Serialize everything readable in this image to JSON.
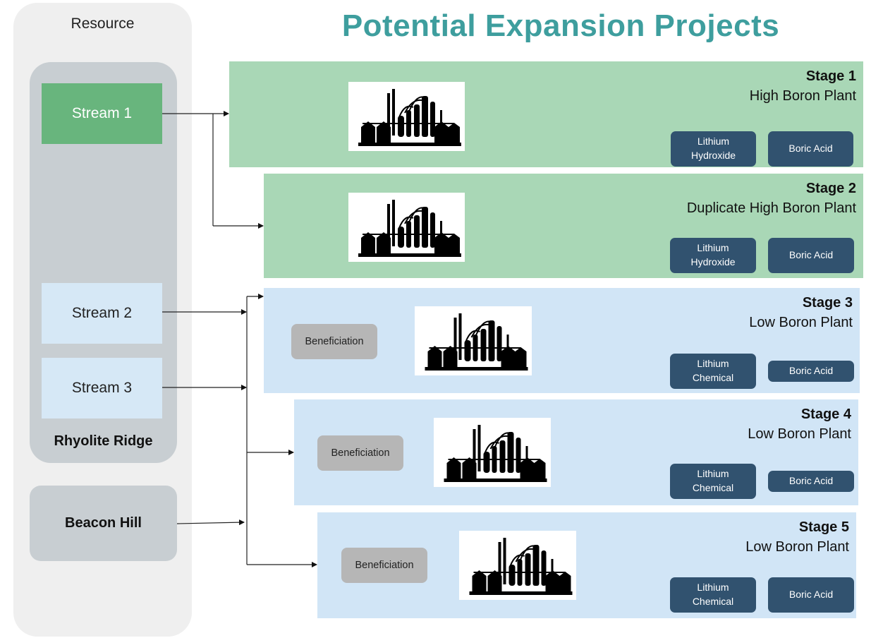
{
  "title": "Potential Expansion Projects",
  "resource": {
    "heading": "Resource",
    "streams": [
      "Stream 1",
      "Stream 2",
      "Stream 3"
    ],
    "rhyolite_label": "Rhyolite Ridge",
    "beacon_label": "Beacon Hill"
  },
  "stages": [
    {
      "name": "Stage 1",
      "desc": "High Boron Plant",
      "products": [
        "Lithium Hydroxide",
        "Boric Acid"
      ]
    },
    {
      "name": "Stage 2",
      "desc": "Duplicate High Boron Plant",
      "products": [
        "Lithium Hydroxide",
        "Boric Acid"
      ]
    },
    {
      "name": "Stage 3",
      "desc": "Low Boron Plant",
      "beneficiation": "Beneficiation",
      "products": [
        "Lithium Chemical",
        "Boric Acid"
      ]
    },
    {
      "name": "Stage 4",
      "desc": "Low Boron Plant",
      "beneficiation": "Beneficiation",
      "products": [
        "Lithium Chemical",
        "Boric Acid"
      ]
    },
    {
      "name": "Stage 5",
      "desc": "Low Boron Plant",
      "beneficiation": "Beneficiation",
      "products": [
        "Lithium Chemical",
        "Boric Acid"
      ]
    }
  ],
  "colors": {
    "title": "#3e9e9e",
    "high_boron_stage": "#a9d7b6",
    "low_boron_stage": "#d1e5f6",
    "product_button": "#31526f",
    "beneficiation": "#b6b6b6",
    "stream_1": "#68b57d",
    "stream_low": "#d6e8f6"
  },
  "icons": [
    "factory-icon"
  ]
}
